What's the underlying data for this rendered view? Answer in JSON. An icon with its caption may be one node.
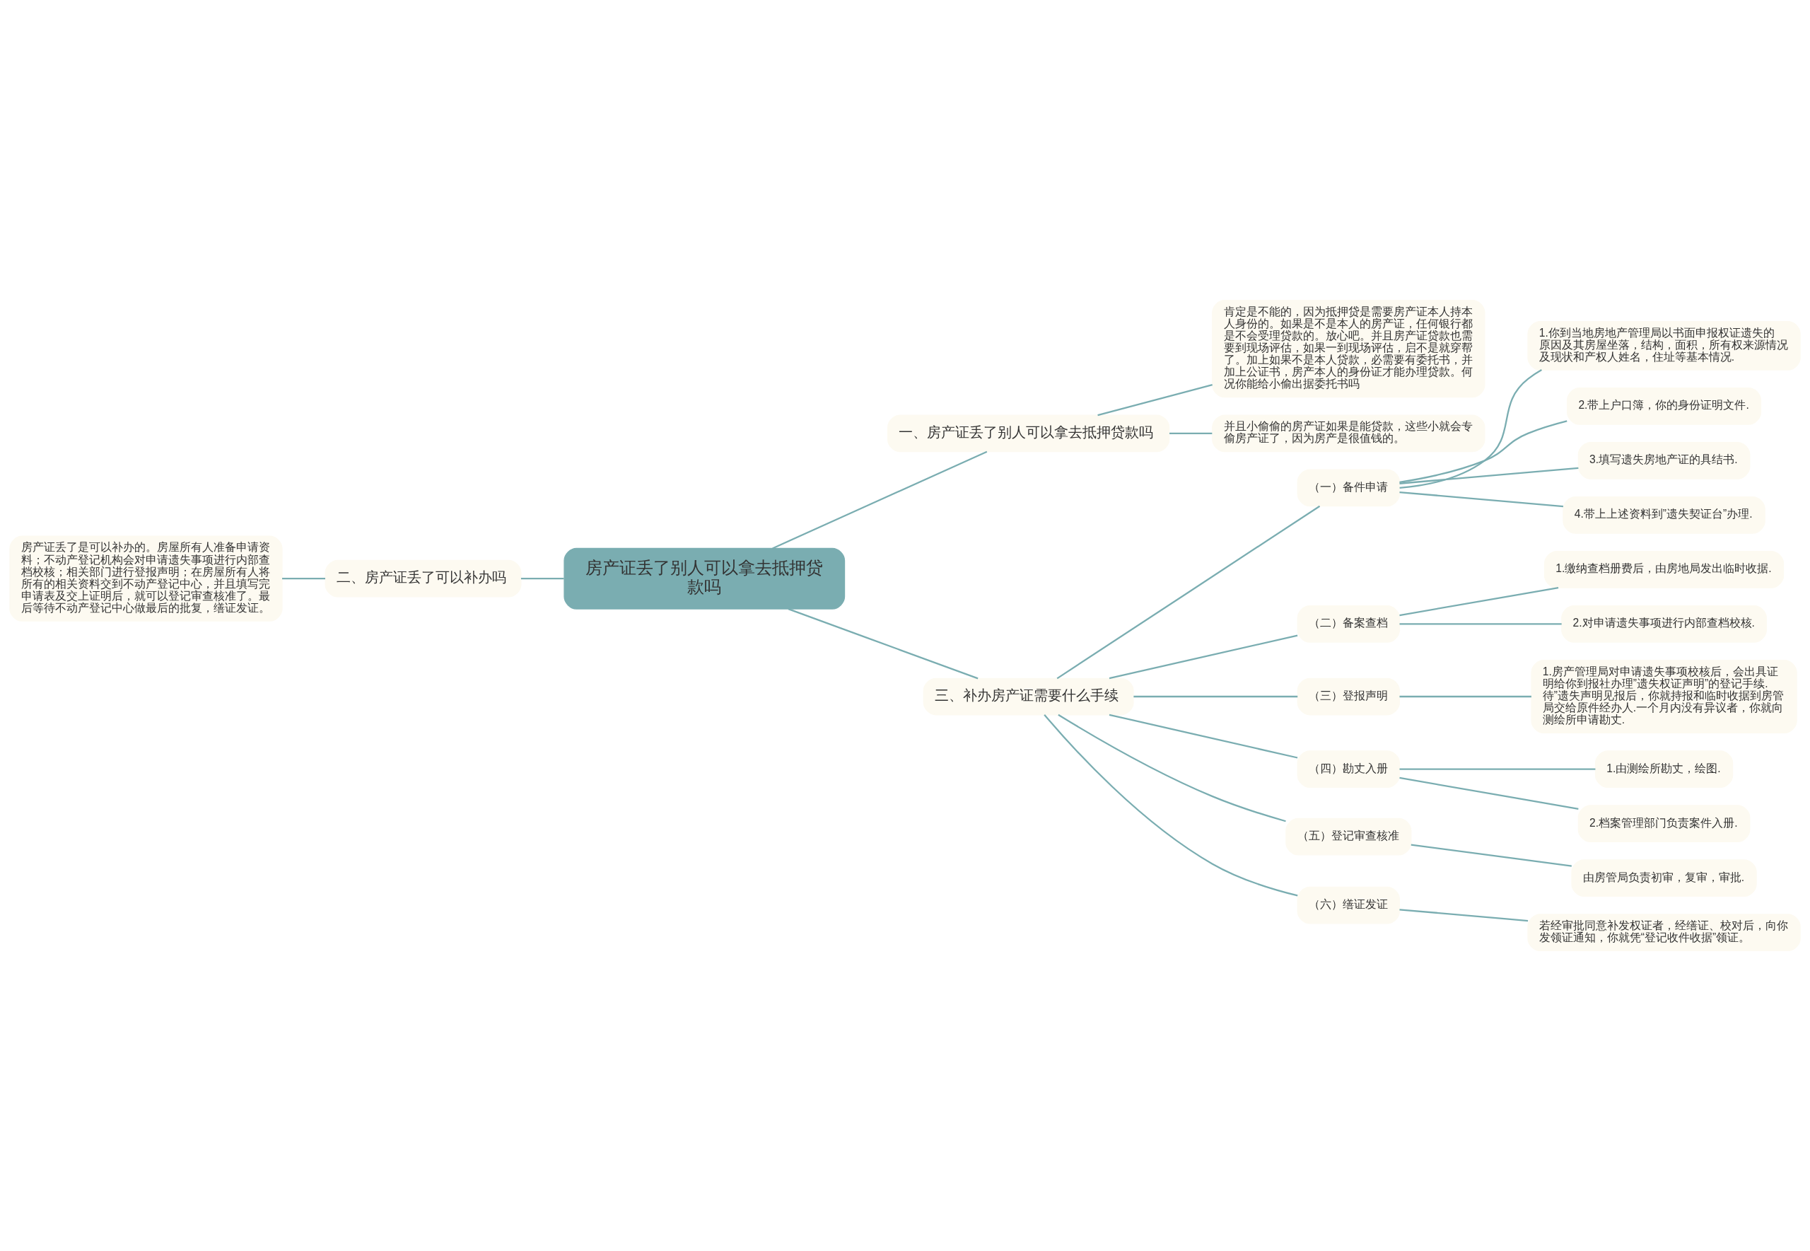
{
  "diagram": {
    "nodes": [
      {
        "text": [
          "房产证丢了别人可以拿去抵押贷款吗"
        ]
      },
      {
        "text": [
          "一、房产证丢了别人可以拿去抵押贷款吗"
        ]
      },
      {
        "text": [
          "肯定是不能的，因为抵押贷是需要房产证本人持本人身份的。如果是不是本人的房产证，任何银行都是不会受理贷款的。放心吧。并且房产证贷款也需要到现场评估，如果一到现场评估，启不是就穿帮了。加上如果不是本人贷款，必需要有委托书，并加上公证书，房产本人的身份证才能办理贷款。何况你能给小偷出据委托书吗"
        ]
      },
      {
        "text": [
          "并且小偷偷的房产证如果是能贷款，这些小就会专偷房产证了，因为房产是很值钱的。"
        ]
      },
      {
        "text": [
          "二、房产证丢了可以补办吗"
        ]
      },
      {
        "text": [
          "房产证丢了是可以补办的。房屋所有人准备申请资料；不动产登记机构会对申请遗失事项进行内部查档校核；相关部门进行登报声明；在房屋所有人将所有的相关资料交到不动产登记中心，并且填写完申请表及交上证明后，就可以登记审查核准了。最后等待不动产登记中心做最后的批复，缮证发证。"
        ]
      },
      {
        "text": [
          "三、补办房产证需要什么手续"
        ]
      },
      {
        "text": [
          "（一）备件申请"
        ]
      },
      {
        "text": [
          "1.你到当地房地产管理局以书面申报权证遗失的原因及其房屋坐落，结构，面积，所有权来源情况及现状和产权人姓名，住址等基本情况."
        ]
      },
      {
        "text": [
          "2.带上户口簿，你的身份证明文件."
        ]
      },
      {
        "text": [
          "3.填写遗失房地产证的具结书."
        ]
      },
      {
        "text": [
          "4.带上上述资料到”遗失契证台”办理."
        ]
      },
      {
        "text": [
          "（二）备案查档"
        ]
      },
      {
        "text": [
          "1.缴纳查档册费后，由房地局发出临时收据."
        ]
      },
      {
        "text": [
          "2.对申请遗失事项进行内部查档校核."
        ]
      },
      {
        "text": [
          "（三）登报声明"
        ]
      },
      {
        "text": [
          "1.房产管理局对申请遗失事项校核后，会出具证明给你到报社办理”遗失权证声明”的登记手续.待”遗失声明见报后，你就持报和临时收据到房管局交给原件经办人.一个月内没有异议者，你就向测绘所申请勘丈."
        ]
      },
      {
        "text": [
          "（四）勘丈入册"
        ]
      },
      {
        "text": [
          "1.由测绘所勘丈，绘图."
        ]
      },
      {
        "text": [
          "2.档案管理部门负责案件入册."
        ]
      },
      {
        "text": [
          "（五）登记审查核准"
        ]
      },
      {
        "text": [
          "由房管局负责初审，复审，审批."
        ]
      },
      {
        "text": [
          "（六）缮证发证"
        ]
      },
      {
        "text": [
          "若经审批同意补发权证者，经缮证、校对后，向你发领证通知，你就凭“登记收件收据”领证。"
        ]
      }
    ],
    "edges": [
      {
        "from": 0,
        "to": 1,
        "arrow": "none"
      },
      {
        "from": 1,
        "to": 2,
        "arrow": "none"
      },
      {
        "from": 1,
        "to": 3,
        "arrow": "none"
      },
      {
        "from": 0,
        "to": 4,
        "arrow": "none"
      },
      {
        "from": 4,
        "to": 5,
        "arrow": "none"
      },
      {
        "from": 0,
        "to": 6,
        "arrow": "none"
      },
      {
        "from": 6,
        "to": 7,
        "arrow": "none"
      },
      {
        "from": 7,
        "to": 8,
        "arrow": "none"
      },
      {
        "from": 7,
        "to": 9,
        "arrow": "none"
      },
      {
        "from": 7,
        "to": 10,
        "arrow": "none"
      },
      {
        "from": 7,
        "to": 11,
        "arrow": "none"
      },
      {
        "from": 6,
        "to": 12,
        "arrow": "none"
      },
      {
        "from": 12,
        "to": 13,
        "arrow": "none"
      },
      {
        "from": 12,
        "to": 14,
        "arrow": "none"
      },
      {
        "from": 6,
        "to": 15,
        "arrow": "none"
      },
      {
        "from": 15,
        "to": 16,
        "arrow": "none"
      },
      {
        "from": 6,
        "to": 17,
        "arrow": "none"
      },
      {
        "from": 17,
        "to": 18,
        "arrow": "none"
      },
      {
        "from": 17,
        "to": 19,
        "arrow": "none"
      },
      {
        "from": 6,
        "to": 20,
        "arrow": "none"
      },
      {
        "from": 20,
        "to": 21,
        "arrow": "none"
      },
      {
        "from": 6,
        "to": 22,
        "arrow": "none"
      },
      {
        "from": 22,
        "to": 23,
        "arrow": "none"
      }
    ]
  }
}
